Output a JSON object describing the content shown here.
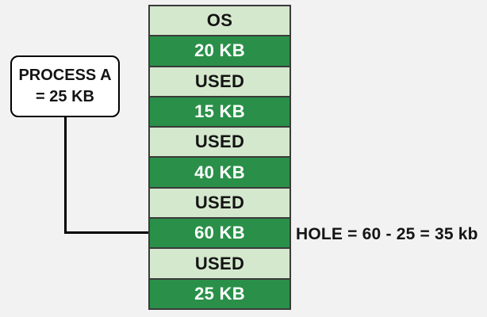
{
  "colors": {
    "background": "#f2f2f2",
    "dark_green": "#2a9049",
    "light_green": "#d4e8cd",
    "block_border": "#3a3a3a",
    "dark_text": "#141414",
    "light_text": "#ffffff",
    "line": "#000000",
    "callout_bg": "#ffffff",
    "callout_border": "#000000"
  },
  "memory_stack": {
    "blocks": [
      {
        "label": "OS",
        "shade": "light"
      },
      {
        "label": "20 KB",
        "shade": "dark"
      },
      {
        "label": "USED",
        "shade": "light"
      },
      {
        "label": "15 KB",
        "shade": "dark"
      },
      {
        "label": "USED",
        "shade": "light"
      },
      {
        "label": "40 KB",
        "shade": "dark"
      },
      {
        "label": "USED",
        "shade": "light"
      },
      {
        "label": "60 KB",
        "shade": "dark"
      },
      {
        "label": "USED",
        "shade": "light"
      },
      {
        "label": "25 KB",
        "shade": "dark"
      }
    ]
  },
  "process_callout": {
    "line1": "PROCESS A",
    "line2": "= 25 KB"
  },
  "hole_annotation": {
    "text": "HOLE = 60 - 25 = 35 kb"
  }
}
